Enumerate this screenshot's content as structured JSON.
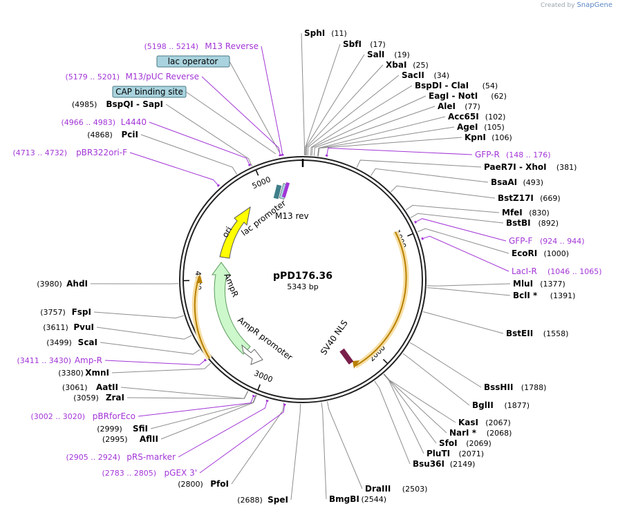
{
  "credit": {
    "prefix": "Created by",
    "brand": "SnapGene"
  },
  "plasmid": {
    "name": "pPD176.36",
    "length_label": "5343 bp",
    "length": 5343
  },
  "ruler": [
    {
      "label": "1000",
      "pos": 1000
    },
    {
      "label": "2000",
      "pos": 2000
    },
    {
      "label": "3000",
      "pos": 3000
    },
    {
      "label": "4000",
      "pos": 4000
    },
    {
      "label": "5000",
      "pos": 5000
    }
  ],
  "enzymes": [
    {
      "name": "SphI",
      "pos": "(11)"
    },
    {
      "name": "SbfI",
      "pos": "(17)"
    },
    {
      "name": "SalI",
      "pos": "(19)"
    },
    {
      "name": "XbaI",
      "pos": "(25)"
    },
    {
      "name": "SacII",
      "pos": "(34)"
    },
    {
      "name": "BspDI - ClaI",
      "pos": "(54)"
    },
    {
      "name": "EagI - NotI",
      "pos": "(62)"
    },
    {
      "name": "AleI",
      "pos": "(77)"
    },
    {
      "name": "Acc65I",
      "pos": "(102)"
    },
    {
      "name": "AgeI",
      "pos": "(105)"
    },
    {
      "name": "KpnI",
      "pos": "(106)"
    },
    {
      "name": "PaeR7I - XhoI",
      "pos": "(381)"
    },
    {
      "name": "BsaAI",
      "pos": "(493)"
    },
    {
      "name": "BstZ17I",
      "pos": "(669)"
    },
    {
      "name": "MfeI",
      "pos": "(830)"
    },
    {
      "name": "BstBI",
      "pos": "(892)"
    },
    {
      "name": "EcoRI",
      "pos": "(1000)"
    },
    {
      "name": "MluI",
      "pos": "(1377)"
    },
    {
      "name": "BclI *",
      "pos": "(1391)"
    },
    {
      "name": "BstEII",
      "pos": "(1558)"
    },
    {
      "name": "BssHII",
      "pos": "(1788)"
    },
    {
      "name": "BglII",
      "pos": "(1877)"
    },
    {
      "name": "KasI",
      "pos": "(2067)"
    },
    {
      "name": "NarI *",
      "pos": "(2068)"
    },
    {
      "name": "SfoI",
      "pos": "(2069)"
    },
    {
      "name": "PluTI",
      "pos": "(2071)"
    },
    {
      "name": "Bsu36I",
      "pos": "(2149)"
    },
    {
      "name": "DraIII",
      "pos": "(2503)"
    },
    {
      "name": "BmgBI",
      "pos": "(2544)"
    },
    {
      "name": "SpeI",
      "pos": "(2688)"
    },
    {
      "name": "PfoI",
      "pos": "(2800)"
    },
    {
      "name": "AflII",
      "pos": "(2995)"
    },
    {
      "name": "SfiI",
      "pos": "(2999)"
    },
    {
      "name": "ZraI",
      "pos": "(3059)"
    },
    {
      "name": "AatII",
      "pos": "(3061)"
    },
    {
      "name": "XmnI",
      "pos": "(3380)"
    },
    {
      "name": "ScaI",
      "pos": "(3499)"
    },
    {
      "name": "PvuI",
      "pos": "(3611)"
    },
    {
      "name": "FspI",
      "pos": "(3757)"
    },
    {
      "name": "AhdI",
      "pos": "(3980)"
    },
    {
      "name": "PciI",
      "pos": "(4868)"
    },
    {
      "name": "BspQI - SapI",
      "pos": "(4985)"
    }
  ],
  "primers": [
    {
      "name": "GFP-R",
      "range": "(148 .. 176)"
    },
    {
      "name": "GFP-F",
      "range": "(924 .. 944)"
    },
    {
      "name": "LacI-R",
      "range": "(1046 .. 1065)"
    },
    {
      "name": "Amp-R",
      "range": "(3411 .. 3430)"
    },
    {
      "name": "pBRforEco",
      "range": "(3002 .. 3020)"
    },
    {
      "name": "pRS-marker",
      "range": "(2905 .. 2924)"
    },
    {
      "name": "pGEX 3'",
      "range": "(2783 .. 2805)"
    },
    {
      "name": "pBR322ori-F",
      "range": "(4713 .. 4732)"
    },
    {
      "name": "L4440",
      "range": "(4966 .. 4983)"
    },
    {
      "name": "M13/pUC Reverse",
      "range": "(5179 .. 5201)"
    },
    {
      "name": "M13 Reverse",
      "range": "(5198 .. 5214)"
    }
  ],
  "boxed_features": [
    {
      "name": "lac operator"
    },
    {
      "name": "CAP binding site"
    }
  ],
  "map_features": [
    {
      "name": "SV40 NLS"
    },
    {
      "name": "AmpR"
    },
    {
      "name": "AmpR promoter"
    },
    {
      "name": "ori"
    },
    {
      "name": "lac promoter"
    },
    {
      "name": "M13 rev"
    }
  ],
  "colors": {
    "primer": "#a235d6",
    "enzyme_text": "#000000",
    "leader": "#8c8c8c",
    "box_fill": "#a9d3de",
    "box_stroke": "#4a7a86",
    "amp_fill": "#ccf8cc",
    "amp_stroke": "#5c9a5c",
    "ori_fill": "#ffff00",
    "orf_stroke": "#b88000",
    "orf_glow": "#f7dfa6",
    "nls_fill": "#7a1f4a"
  }
}
